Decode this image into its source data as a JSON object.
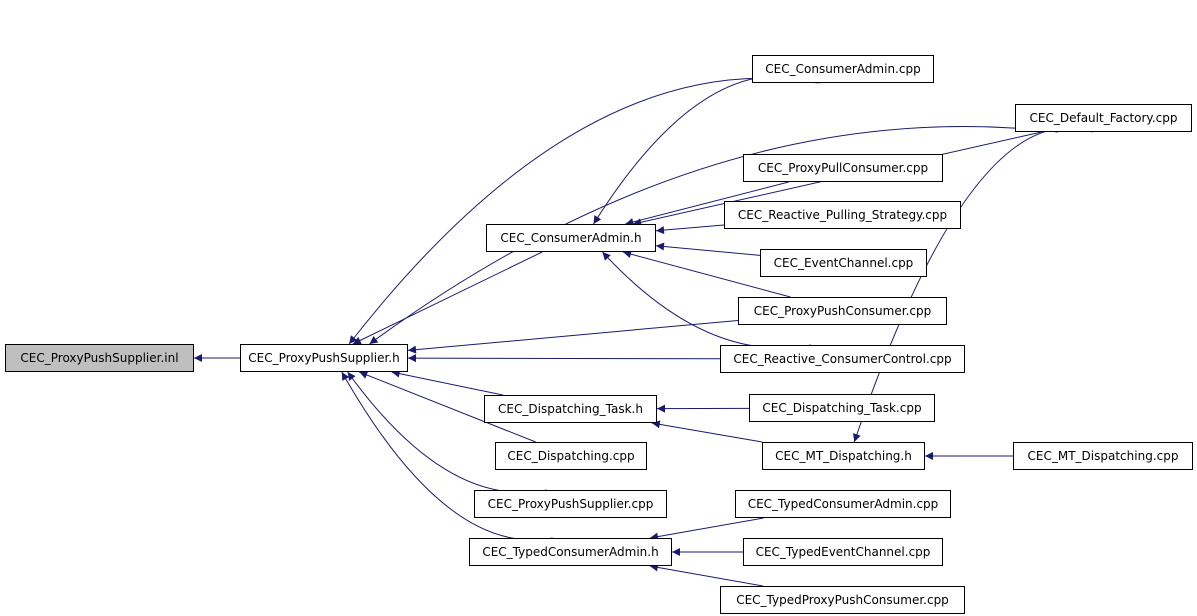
{
  "colors": {
    "edge": "#1a1a6e",
    "root_fill": "#bfbfbf",
    "node_fill": "#ffffff"
  },
  "nodes": {
    "inl": "CEC_ProxyPushSupplier.inl",
    "pps_h": "CEC_ProxyPushSupplier.h",
    "ca_h": "CEC_ConsumerAdmin.h",
    "dt_h": "CEC_Dispatching_Task.h",
    "disp_cpp": "CEC_Dispatching.cpp",
    "pps_cpp": "CEC_ProxyPushSupplier.cpp",
    "tca_h": "CEC_TypedConsumerAdmin.h",
    "ca_cpp": "CEC_ConsumerAdmin.cpp",
    "ppc_cpp": "CEC_ProxyPullConsumer.cpp",
    "rps_cpp": "CEC_Reactive_Pulling_Strategy.cpp",
    "ec_cpp": "CEC_EventChannel.cpp",
    "pushc_cpp": "CEC_ProxyPushConsumer.cpp",
    "rcc_cpp": "CEC_Reactive_ConsumerControl.cpp",
    "dt_cpp": "CEC_Dispatching_Task.cpp",
    "mtd_h": "CEC_MT_Dispatching.h",
    "tcac_cpp": "CEC_TypedConsumerAdmin.cpp",
    "tec_cpp": "CEC_TypedEventChannel.cpp",
    "tppc_cpp": "CEC_TypedProxyPushConsumer.cpp",
    "df_cpp": "CEC_Default_Factory.cpp",
    "mtd_cpp": "CEC_MT_Dispatching.cpp"
  },
  "edges": [
    [
      "pps_h",
      "inl"
    ],
    [
      "ca_h",
      "pps_h"
    ],
    [
      "dt_h",
      "pps_h"
    ],
    [
      "disp_cpp",
      "pps_h"
    ],
    [
      "pps_cpp",
      "pps_h"
    ],
    [
      "tca_h",
      "pps_h"
    ],
    [
      "ca_cpp",
      "pps_h"
    ],
    [
      "df_cpp",
      "pps_h"
    ],
    [
      "pushc_cpp",
      "pps_h"
    ],
    [
      "rcc_cpp",
      "pps_h"
    ],
    [
      "ca_cpp",
      "ca_h"
    ],
    [
      "df_cpp",
      "ca_h"
    ],
    [
      "ppc_cpp",
      "ca_h"
    ],
    [
      "rps_cpp",
      "ca_h"
    ],
    [
      "ec_cpp",
      "ca_h"
    ],
    [
      "pushc_cpp",
      "ca_h"
    ],
    [
      "rcc_cpp",
      "ca_h"
    ],
    [
      "dt_cpp",
      "dt_h"
    ],
    [
      "mtd_h",
      "dt_h"
    ],
    [
      "df_cpp",
      "mtd_h"
    ],
    [
      "mtd_cpp",
      "mtd_h"
    ],
    [
      "tcac_cpp",
      "tca_h"
    ],
    [
      "tec_cpp",
      "tca_h"
    ],
    [
      "tppc_cpp",
      "tca_h"
    ]
  ]
}
